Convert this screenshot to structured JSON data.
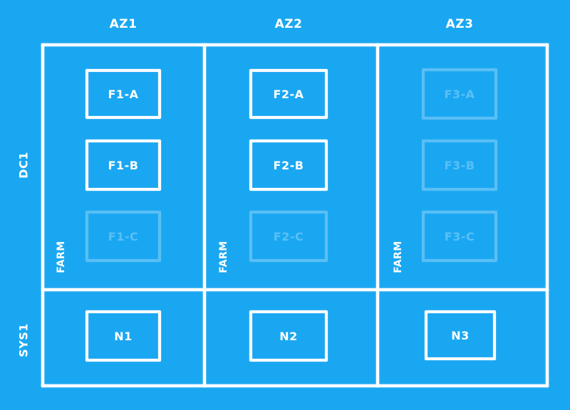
{
  "columns": [
    "AZ1",
    "AZ2",
    "AZ3"
  ],
  "rows": [
    "DC1",
    "SYS1"
  ],
  "farm_label": "FARM",
  "farm_boxes": [
    [
      {
        "label": "F1-A",
        "faded": false
      },
      {
        "label": "F1-B",
        "faded": false
      },
      {
        "label": "F1-C",
        "faded": true
      }
    ],
    [
      {
        "label": "F2-A",
        "faded": false
      },
      {
        "label": "F2-B",
        "faded": false
      },
      {
        "label": "F2-C",
        "faded": true
      }
    ],
    [
      {
        "label": "F3-A",
        "faded": true
      },
      {
        "label": "F3-B",
        "faded": true
      },
      {
        "label": "F3-C",
        "faded": true
      }
    ]
  ],
  "sys_boxes": [
    {
      "label": "N1",
      "faded": false
    },
    {
      "label": "N2",
      "faded": false
    },
    {
      "label": "N3",
      "faded": false
    }
  ],
  "colors": {
    "background": "#1aa7f2",
    "chalk": "#ffffff"
  }
}
